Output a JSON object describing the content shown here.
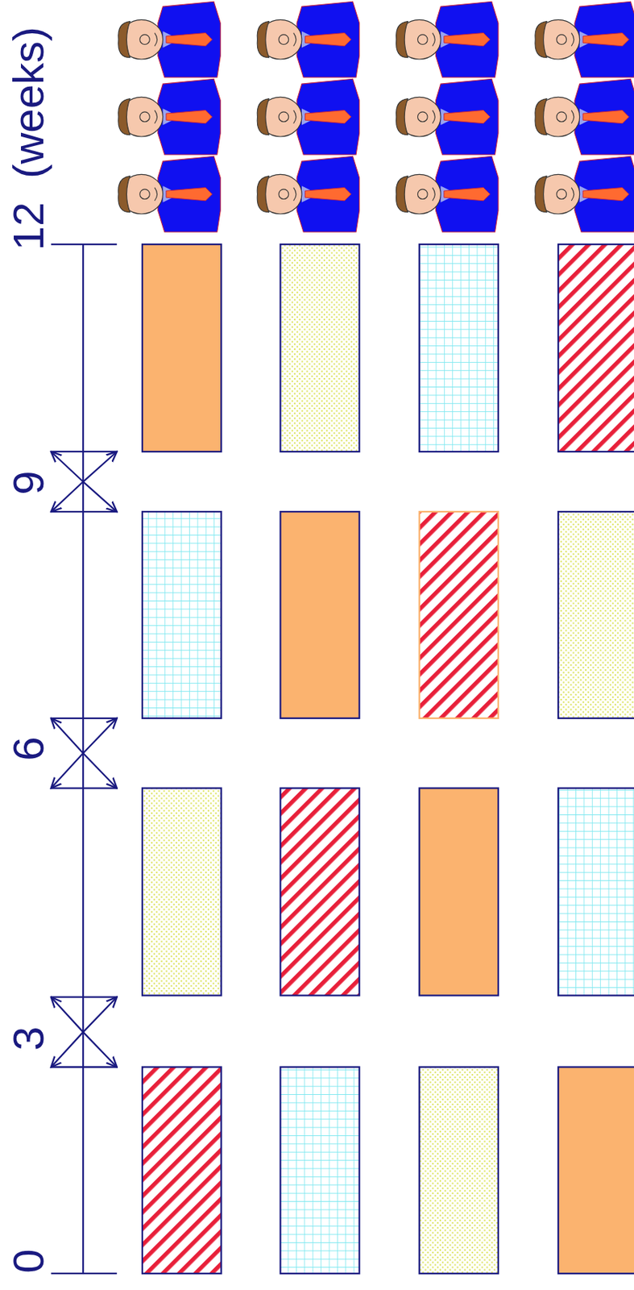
{
  "diagram": {
    "labels": [
      "0",
      "3",
      "6",
      "9",
      "12",
      "(weeks)"
    ]
  }
}
